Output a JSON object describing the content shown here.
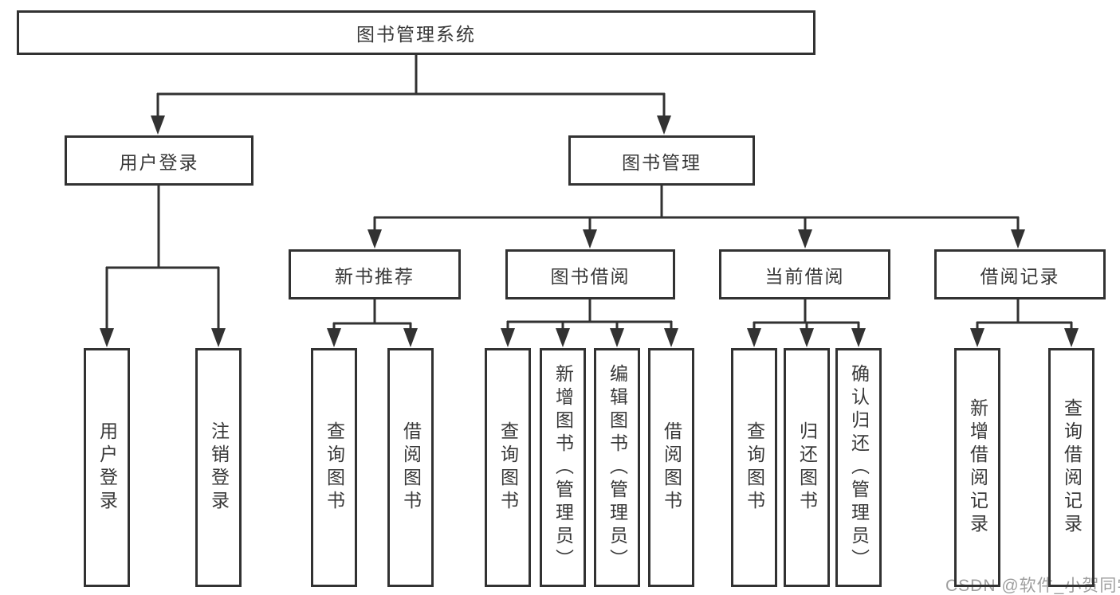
{
  "colors": {
    "line": "#323232",
    "text": "#383838",
    "background": "#ffffff",
    "watermark": "#9e9e9e"
  },
  "tree": {
    "root": {
      "label": "图书管理系统"
    },
    "level2": [
      {
        "label": "用户登录"
      },
      {
        "label": "图书管理"
      }
    ],
    "level3": [
      {
        "label": "新书推荐"
      },
      {
        "label": "图书借阅"
      },
      {
        "label": "当前借阅"
      },
      {
        "label": "借阅记录"
      }
    ],
    "leaves": [
      {
        "label": "用户登录"
      },
      {
        "label": "注销登录"
      },
      {
        "label": "查询图书"
      },
      {
        "label": "借阅图书"
      },
      {
        "label": "查询图书"
      },
      {
        "label": "新增图书（管理员）"
      },
      {
        "label": "编辑图书（管理员）"
      },
      {
        "label": "借阅图书"
      },
      {
        "label": "查询图书"
      },
      {
        "label": "归还图书"
      },
      {
        "label": "确认归还（管理员）"
      },
      {
        "label": "新增借阅记录"
      },
      {
        "label": "查询借阅记录"
      }
    ]
  },
  "watermark": {
    "text": "CSDN @软件_小贺同学"
  }
}
